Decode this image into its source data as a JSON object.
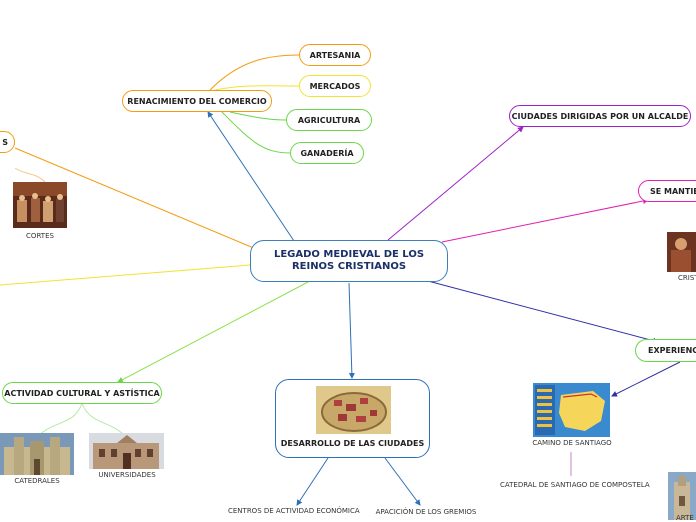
{
  "central": {
    "line1": "LEGADO MEDIEVAL DE LOS",
    "line2": "REINOS CRISTIANOS"
  },
  "nodes": {
    "renacimiento": "RENACIMIENTO DEL COMERCIO",
    "artesania": "ARTESANIA",
    "mercados": "MERCADOS",
    "agricultura": "AGRICULTURA",
    "ganaderia": "GANADERÍA",
    "ciudades_alcalde": "CIUDADES DIRIGIDAS POR UN ALCALDE",
    "se_mantiene": "SE MANTIEN",
    "experiencia": "EXPERIENCI",
    "actividad": "ACTIVIDAD CULTURAL Y ASTÍSTICA",
    "desarrollo": "DESARROLLO DE LAS CIUDADES",
    "left_cut": "S"
  },
  "captions": {
    "cortes": "CORTES",
    "cristi": "CRISTI",
    "catedrales": "CATEDRALES",
    "universidades": "UNIVERSIDADES",
    "camino": "CAMINO DE SANTIAGO",
    "catedral_santiago": "CATEDRAL DE SANTIAGO DE COMPOSTELA",
    "centros": "CENTROS DE ACTIVIDAD ECONÓMICA",
    "gremios": "APACICIÓN DE LOS GREMIOS",
    "arte": "ARTE"
  },
  "colors": {
    "orange": "#f39c12",
    "yellow": "#f1e233",
    "green": "#6ad64a",
    "lime": "#8ee04a",
    "blue": "#2d6fb8",
    "steel": "#3d7eb5",
    "purple": "#a020c8",
    "magenta": "#e020b0",
    "navy": "#2f2fa8",
    "teal": "#22aa88"
  }
}
